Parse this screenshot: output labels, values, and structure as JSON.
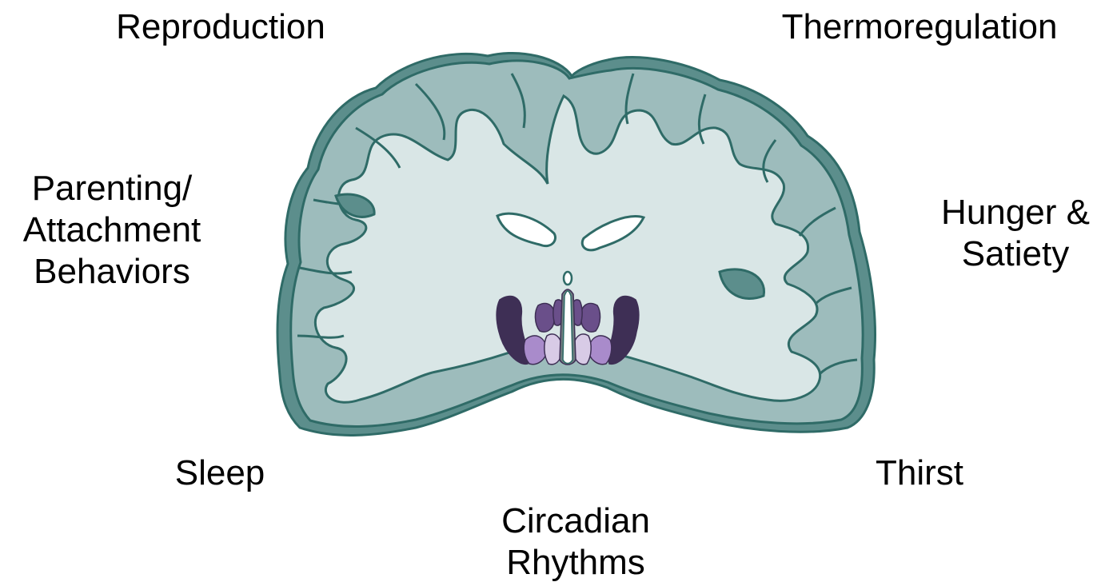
{
  "labels": {
    "reproduction": "Reproduction",
    "thermoregulation": "Thermoregulation",
    "parenting": [
      "Parenting/",
      "Attachment",
      "Behaviors"
    ],
    "hunger": [
      "Hunger &",
      "Satiety"
    ],
    "sleep": "Sleep",
    "thirst": "Thirst",
    "circadian": [
      "Circadian",
      "Rhythms"
    ]
  },
  "colors": {
    "cortex_light": "#9dbcbc",
    "cortex_dark": "#5c8e8c",
    "outline": "#2f6b67",
    "white_matter": "#d9e6e6",
    "ventricle": "#ffffff",
    "nucleus_darkest": "#3e2f55",
    "nucleus_dark": "#6a4f8a",
    "nucleus_mid": "#a98bcb",
    "nucleus_light": "#d8cbe6",
    "third_ventricle_gray": "#6f7e80"
  },
  "icons": {
    "figure": "coronal-brain-section-illustration"
  }
}
